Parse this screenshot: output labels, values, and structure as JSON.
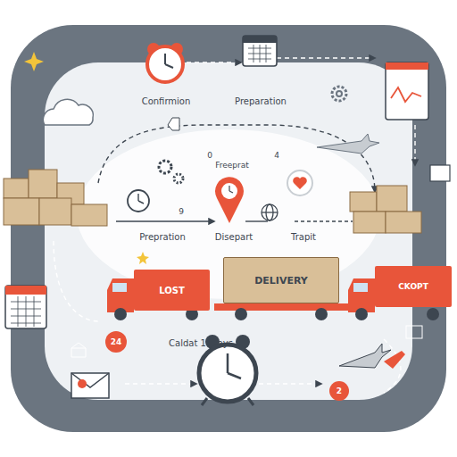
{
  "diagram": {
    "nodes": [
      {
        "text": [
          "LOST"
        ]
      },
      {
        "text": [
          "DELIVERY"
        ]
      },
      {
        "text": [
          "CKOPT"
        ]
      },
      {
        "text": [
          "24"
        ]
      },
      {
        "text": [
          "2"
        ]
      }
    ],
    "labels": [
      "Confirmion",
      "Preparation",
      "0",
      "4",
      "Freeprat",
      "9",
      "Prepration",
      "Disepart",
      "Trapit",
      "Caldat 11days"
    ]
  }
}
